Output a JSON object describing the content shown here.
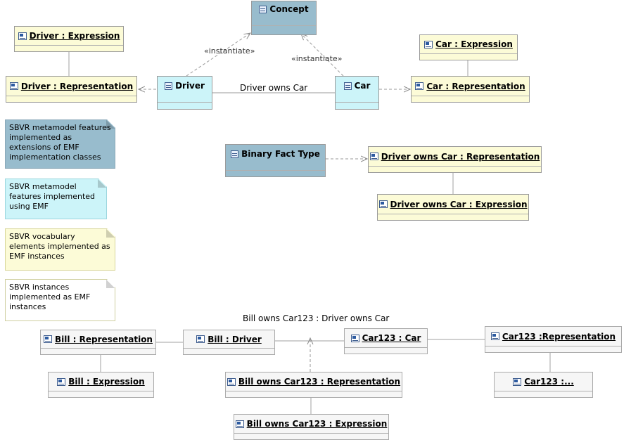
{
  "classes": {
    "concept": "Concept",
    "driver": "Driver",
    "car": "Car",
    "binary_fact_type": "Binary Fact Type"
  },
  "instances": {
    "driver_expression": "Driver : Expression",
    "driver_representation": "Driver : Representation",
    "car_expression": "Car : Expression",
    "car_representation": "Car : Representation",
    "driver_owns_car_representation": "Driver owns Car : Representation",
    "driver_owns_car_expression": "Driver owns Car : Expression",
    "bill_representation": "Bill : Representation",
    "bill_driver": "Bill : Driver",
    "car123_car": "Car123 : Car",
    "car123_representation": "Car123 :Representation",
    "bill_expression": "Bill : Expression",
    "bill_owns_car123_representation": "Bill owns Car123 : Representation",
    "car123_expression": "Car123 :...",
    "bill_owns_car123_expression": "Bill owns Car123 : Expression"
  },
  "labels": {
    "instantiate_left": "«instantiate»",
    "instantiate_right": "«instantiate»",
    "driver_owns_car": "Driver owns Car",
    "bill_owns_car123_link": "Bill owns Car123 : Driver owns Car"
  },
  "legend": {
    "note1": "SBVR metamodel features implemented as extensions of EMF implementation classes",
    "note2": "SBVR metamodel features implemented using EMF",
    "note3": "SBVR vocabulary elements implemented as EMF instances",
    "note4": "SBVR instances implemented as EMF instances"
  },
  "colors": {
    "extension_class": "#98bccd",
    "emf_class": "#ccf4f9",
    "vocabulary_instance": "#fcfbd7",
    "instance": "#f6f6f6"
  },
  "icons": {
    "class": "class-icon",
    "instance": "instance-icon"
  }
}
